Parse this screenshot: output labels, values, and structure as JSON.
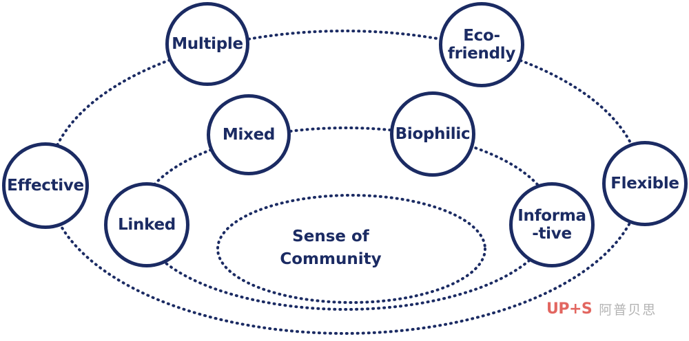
{
  "colors": {
    "primary": "#1b2b63",
    "background": "#ffffff",
    "watermark_brand": "#d9342b",
    "watermark_text": "#9a9a9a"
  },
  "center": {
    "label": "Sense of\nCommunity"
  },
  "nodes": {
    "multiple": "Multiple",
    "eco_friendly": "Eco-\nfriendly",
    "mixed": "Mixed",
    "biophilic": "Biophilic",
    "effective": "Effective",
    "flexible": "Flexible",
    "linked": "Linked",
    "informative": "Informa\n-tive"
  },
  "watermark": {
    "brand": "UP+S",
    "text": "阿普贝思"
  }
}
